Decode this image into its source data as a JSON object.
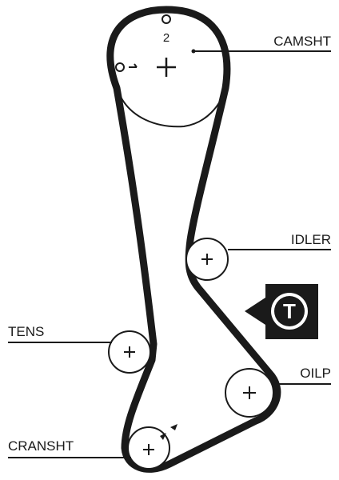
{
  "labels": {
    "camshaft": "CAMSHT",
    "idler": "IDLER",
    "tensioner": "TENS",
    "oil_pump": "OILP",
    "crankshaft": "CRANSHT"
  },
  "marks": {
    "camshaft_digit": "2",
    "tension_badge": "T"
  },
  "colors": {
    "ink": "#1a1a1a",
    "background": "#ffffff"
  }
}
